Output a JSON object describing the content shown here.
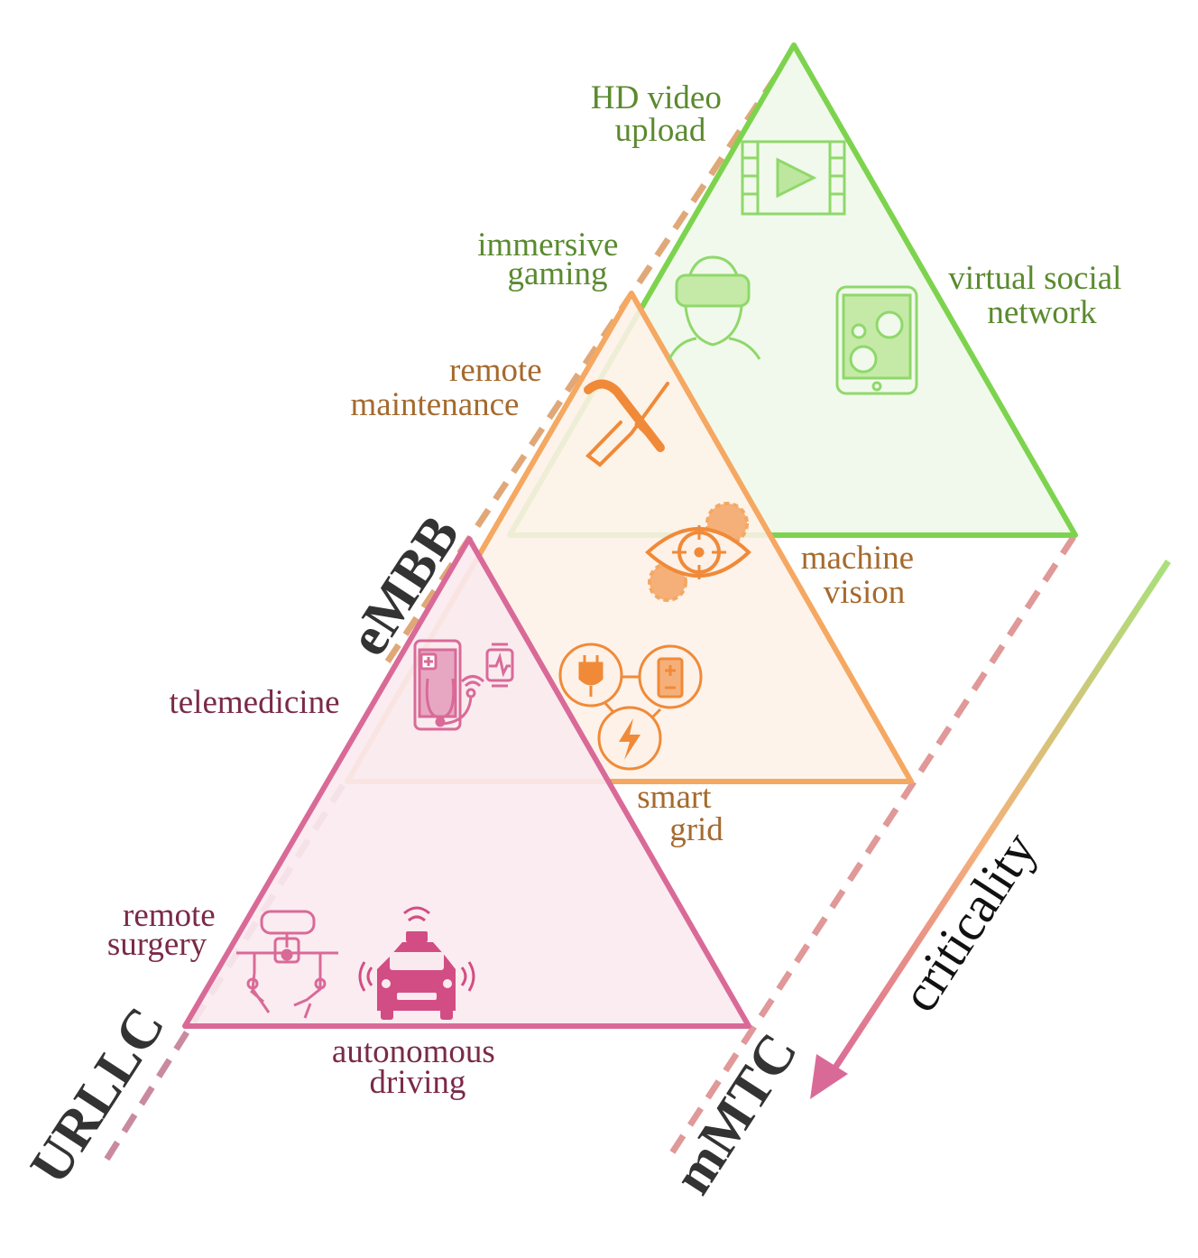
{
  "axes": {
    "urllc": "URLLC",
    "embb": "eMBB",
    "mmtc": "mMTC"
  },
  "criticality_label": "criticality",
  "green": {
    "color": "#7dd34e",
    "text_color": "#5a8a2e",
    "hd_video_upload": [
      "HD video",
      "upload"
    ],
    "immersive_gaming": [
      "immersive",
      "gaming"
    ],
    "virtual_social_network": [
      "virtual social",
      "network"
    ],
    "icons": [
      "film-play-icon",
      "vr-headset-icon",
      "tablet-social-icon"
    ]
  },
  "orange": {
    "color": "#f5a862",
    "text_color": "#a56a2e",
    "remote_maintenance": [
      "remote",
      "maintenance"
    ],
    "machine_vision": [
      "machine",
      "vision"
    ],
    "smart_grid": [
      "smart",
      "grid"
    ],
    "icons": [
      "wrench-screwdriver-icon",
      "eye-gears-icon",
      "smart-grid-icon"
    ]
  },
  "pink": {
    "color": "#d96a98",
    "text_color": "#7a2a48",
    "telemedicine": "telemedicine",
    "remote_surgery": [
      "remote",
      "surgery"
    ],
    "autonomous_driving": [
      "autonomous",
      "driving"
    ],
    "icons": [
      "phone-stethoscope-icon",
      "robot-arm-icon",
      "car-icon"
    ]
  }
}
